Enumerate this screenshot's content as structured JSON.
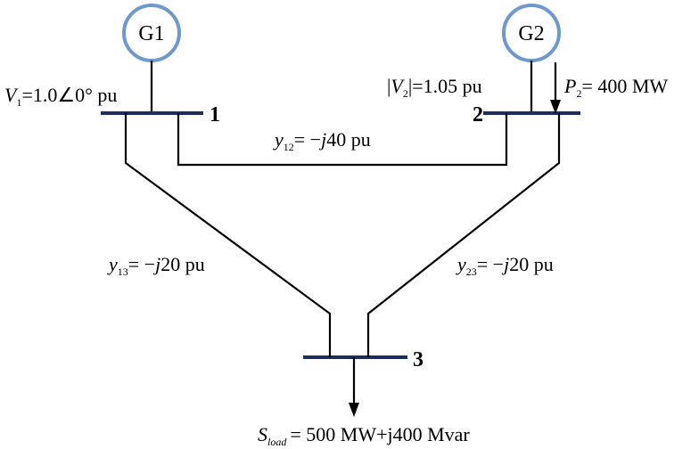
{
  "generators": {
    "g1": {
      "label": "G1"
    },
    "g2": {
      "label": "G2"
    }
  },
  "buses": {
    "bus1": {
      "number": "1"
    },
    "bus2": {
      "number": "2"
    },
    "bus3": {
      "number": "3"
    }
  },
  "annotations": {
    "v1": {
      "symbol": "V",
      "sub": "1",
      "value": "=1.0∠0° pu"
    },
    "v2": {
      "bar_left": "|",
      "symbol": "V",
      "sub": "2",
      "bar_right": "|",
      "value": "=1.05 pu"
    },
    "p2": {
      "symbol": "P",
      "sub": "2",
      "value": "= 400 MW"
    },
    "y12": {
      "symbol": "y",
      "sub": "12",
      "eq": "= −",
      "j": "j",
      "value": "40 pu"
    },
    "y13": {
      "symbol": "y",
      "sub": "13",
      "eq": "= −",
      "j": "j",
      "value": "20 pu"
    },
    "y23": {
      "symbol": "y",
      "sub": "23",
      "eq": "= −",
      "j": "j",
      "value": "20 pu"
    },
    "sload": {
      "symbol": "S",
      "sub": "load",
      "value": "= 500 MW+j400 Mvar"
    }
  },
  "colors": {
    "generator_ring": "#6f98cc",
    "bus_bar": "#1c2f5c",
    "line": "#000000"
  }
}
